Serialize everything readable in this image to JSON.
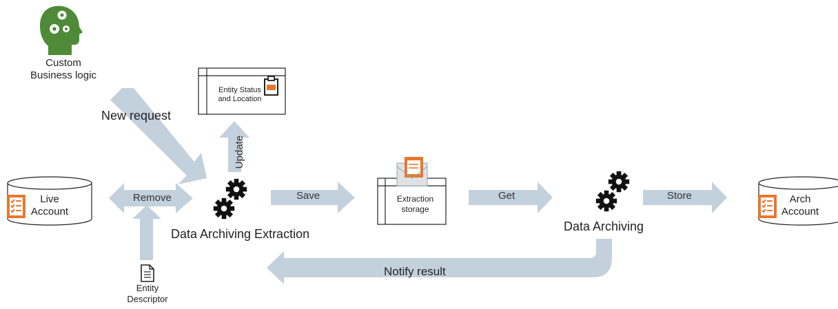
{
  "nodes": {
    "custom_logic": "Custom\nBusiness logic",
    "entity_status": "Entity Status\nand Location",
    "live_account": "Live\nAccount",
    "extraction": "Data Archiving Extraction",
    "extraction_storage": "Extraction\nstorage",
    "archiving": "Data Archiving",
    "arch_account": "Arch\nAccount",
    "entity_descriptor": "Entity\nDescriptor"
  },
  "arrows": {
    "new_request": "New request",
    "update": "Update",
    "remove": "Remove",
    "save": "Save",
    "get": "Get",
    "store": "Store",
    "notify": "Notify result"
  },
  "icons": {
    "head": "head-gears-icon",
    "gears": "gears-icon",
    "checklist": "checklist-icon",
    "clipboard": "clipboard-icon",
    "document": "document-icon"
  },
  "colors": {
    "arrow": "#c3d1dd",
    "accent": "#e8772e",
    "head": "#4e8a37",
    "outline": "#222222"
  }
}
